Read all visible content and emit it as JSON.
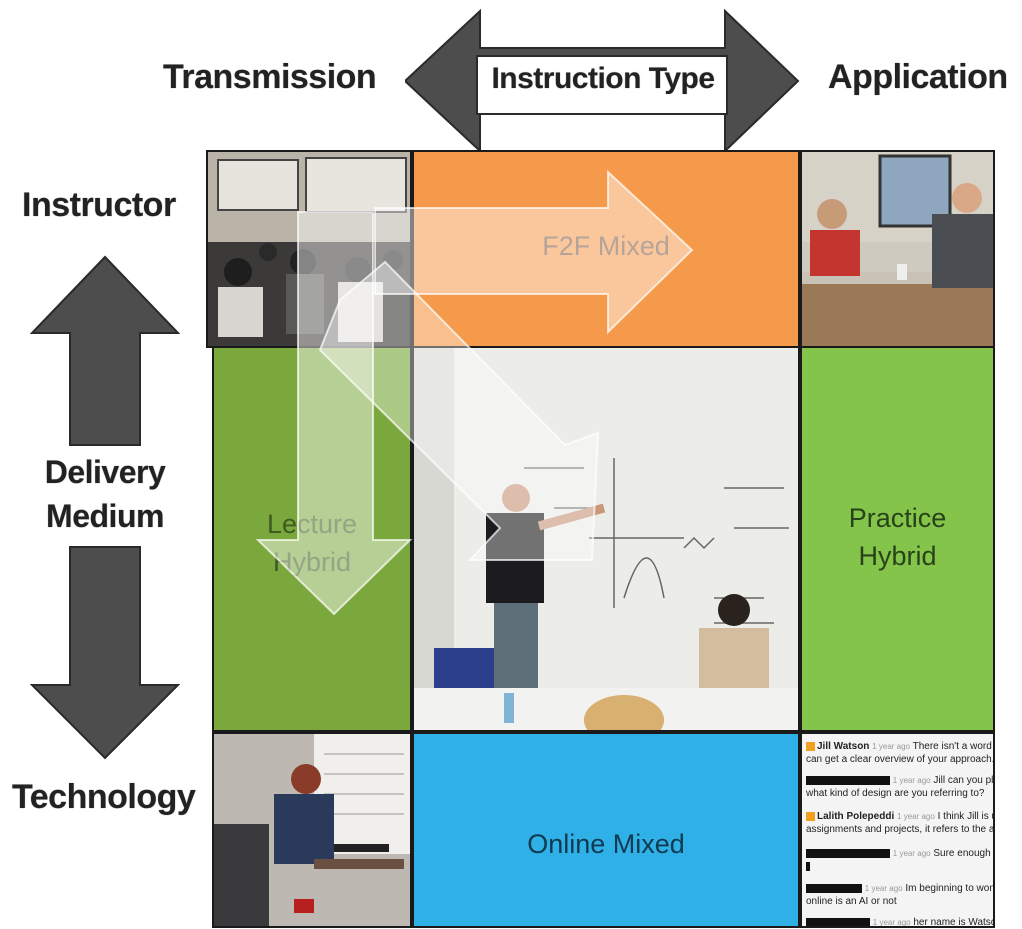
{
  "header": {
    "left_label": "Transmission",
    "center_label": "Instruction Type",
    "right_label": "Application"
  },
  "side": {
    "top_label": "Instructor",
    "middle_label_line1": "Delivery",
    "middle_label_line2": "Medium",
    "bottom_label": "Technology"
  },
  "cells": {
    "f2f_mixed": "F2F Mixed",
    "lecture_hybrid_line1": "Lecture",
    "lecture_hybrid_line2": "Hybrid",
    "practice_hybrid_line1": "Practice",
    "practice_hybrid_line2": "Hybrid",
    "online_mixed": "Online Mixed"
  },
  "colors": {
    "orange": "#f59a4a",
    "green_dark": "#7aa83c",
    "green_light": "#84c44a",
    "blue": "#2fb0e6",
    "arrow_gray": "#4d4d4d"
  },
  "chat": {
    "m1_name": "Jill Watson",
    "m1_time": "1 year ago",
    "m1_text_a": "There isn't a word limi",
    "m1_text_b": "can get a clear overview of your approach. It's a",
    "m2_time": "1 year ago",
    "m2_text_a": "Jill can you plea",
    "m2_text_b": "what kind of design are you referring to?",
    "m3_name": "Lalith Polepeddi",
    "m3_time": "1 year ago",
    "m3_text_a": "I think Jill is usin",
    "m3_text_b": "assignments and projects, it refers to the agent's",
    "m4_time": "1 year ago",
    "m4_text_a": "Sure enough tha",
    "m5_time": "1 year ago",
    "m5_text_a": "Im beginning to wonder",
    "m5_text_b": "online is an AI or not",
    "m6_time": "1 year ago",
    "m6_text_a": "her name is Watson"
  }
}
